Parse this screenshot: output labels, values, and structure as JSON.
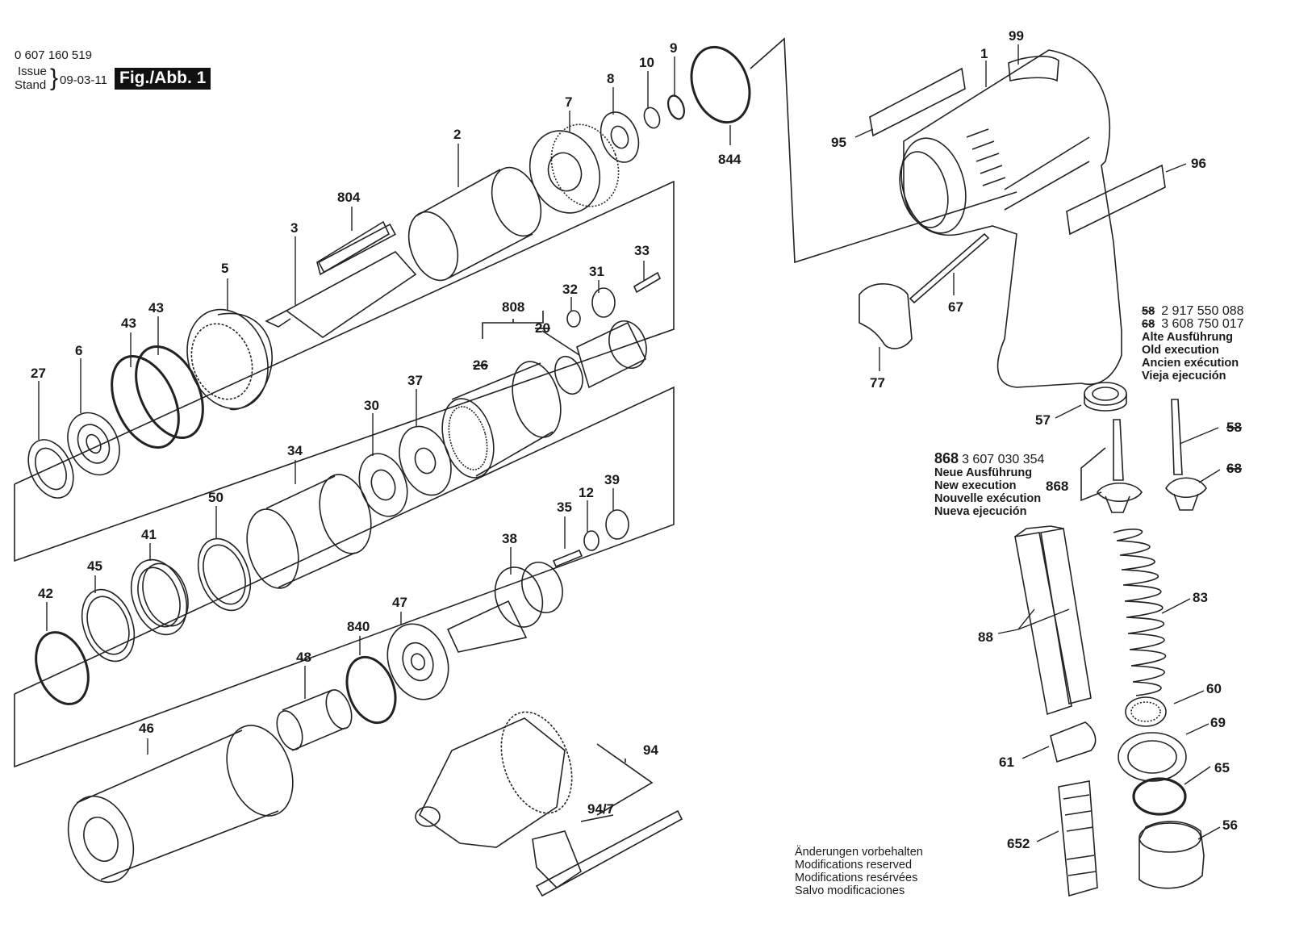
{
  "header": {
    "part_number": "0 607 160 519",
    "issue_label": "Issue",
    "stand_label": "Stand",
    "date": "09-03-11",
    "fig_label": "Fig./Abb. 1"
  },
  "callouts": [
    "99",
    "1",
    "95",
    "96",
    "67",
    "77",
    "9",
    "10",
    "8",
    "7",
    "844",
    "2",
    "804",
    "3",
    "5",
    "33",
    "31",
    "32",
    "808",
    "20",
    "26",
    "43",
    "43",
    "6",
    "27",
    "37",
    "30",
    "34",
    "50",
    "41",
    "45",
    "42",
    "39",
    "12",
    "35",
    "38",
    "47",
    "840",
    "48",
    "46",
    "94",
    "94/7",
    "57",
    "868",
    "88",
    "83",
    "60",
    "69",
    "61",
    "65",
    "652",
    "56",
    "58",
    "68"
  ],
  "old_version": {
    "items": [
      {
        "ref": "58",
        "number": "2 917 550 088"
      },
      {
        "ref": "68",
        "number": "3 608 750 017"
      }
    ],
    "title_de": "Alte Ausführung",
    "title_en": "Old execution",
    "title_fr": "Ancien exécution",
    "title_es": "Vieja ejecución"
  },
  "new_version": {
    "ref": "868",
    "number": "3 607 030 354",
    "title_de": "Neue Ausführung",
    "title_en": "New execution",
    "title_fr": "Nouvelle exécution",
    "title_es": "Nueva ejecución"
  },
  "footer": {
    "line_de": "Änderungen vorbehalten",
    "line_en": "Modifications reserved",
    "line_fr": "Modifications resérvées",
    "line_es": "Salvo modificaciones"
  }
}
